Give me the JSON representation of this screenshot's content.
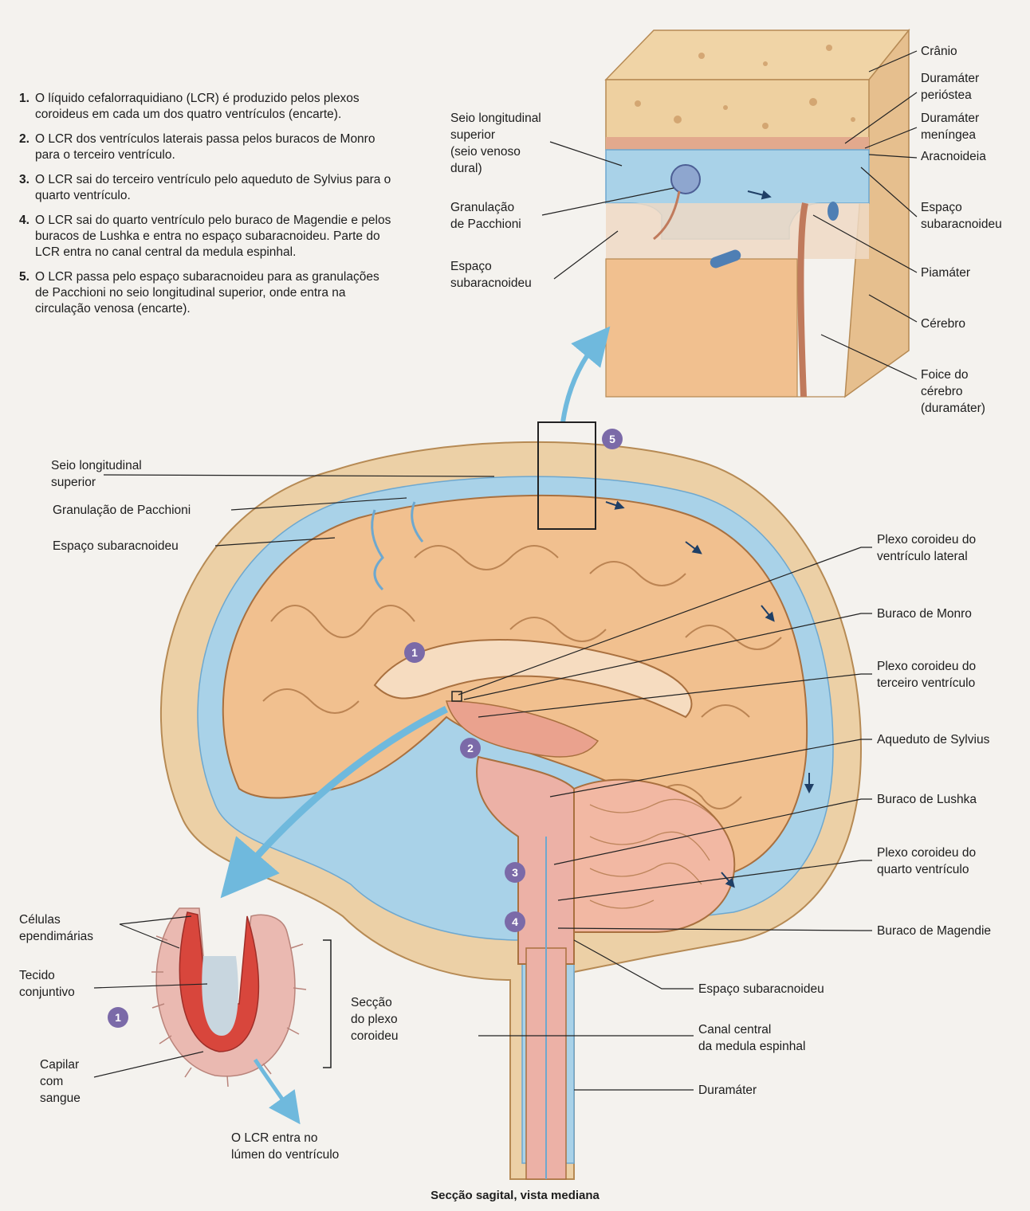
{
  "steps": [
    {
      "num": "1.",
      "text": "O líquido cefalorraquidiano (LCR) é produzido pelos plexos coroideus em cada um dos quatro ventrículos (encarte)."
    },
    {
      "num": "2.",
      "text": "O LCR dos ventrículos laterais passa pelos buracos de Monro para o terceiro ventrículo."
    },
    {
      "num": "3.",
      "text": "O LCR sai do terceiro ventrículo pelo aqueduto de Sylvius para o quarto ventrículo."
    },
    {
      "num": "4.",
      "text": "O LCR sai do quarto ventrículo pelo buraco de Magendie e pelos buracos de Lushka e entra no espaço subaracnoideu. Parte do LCR entra no canal central da medula espinhal."
    },
    {
      "num": "5.",
      "text": "O LCR passa pelo espaço subaracnoideu para as granulações de Pacchioni no seio longitudinal superior, onde entra na circulação venosa (encarte)."
    }
  ],
  "inset_labels": {
    "seio": "Seio longitudinal\nsuperior\n(seio venoso\ndural)",
    "granulacao": "Granulação\nde Pacchioni",
    "espaco": "Espaço\nsubaracnoideu",
    "cranio": "Crânio",
    "dura_periostea": "Duramáter\nperióstea",
    "dura_meningea": "Duramáter\nmeníngea",
    "aracnoideia": "Aracnoideia",
    "espaco_sub": "Espaço\nsubaracnoideu",
    "piamater": "Piamáter",
    "cerebro": "Cérebro",
    "foice": "Foice do\ncérebro\n(duramáter)"
  },
  "main_labels": {
    "seio": "Seio longitudinal\nsuperior",
    "granulacao": "Granulação de Pacchioni",
    "espaco": "Espaço subaracnoideu",
    "plexo_lateral": "Plexo coroideu do\nventrículo lateral",
    "monro": "Buraco de Monro",
    "plexo_terceiro": "Plexo coroideu do\nterceiro ventrículo",
    "aqueduto": "Aqueduto de Sylvius",
    "lushka": "Buraco de Lushka",
    "plexo_quarto": "Plexo coroideu do\nquarto ventrículo",
    "magendie": "Buraco de Magendie",
    "espaco_sub": "Espaço subaracnoideu",
    "canal": "Canal central\nda medula espinhal",
    "duramater": "Duramáter"
  },
  "plexus_labels": {
    "celulas": "Células\nependimárias",
    "tecido": "Tecido\nconjuntivo",
    "capilar": "Capilar\ncom\nsangue",
    "seccao": "Secção\ndo plexo\ncoroideu",
    "lcr_entra": "O LCR entra no\nlúmen do ventrículo"
  },
  "badges": {
    "b1": "1",
    "b2": "2",
    "b3": "3",
    "b4": "4",
    "b5": "5",
    "b1_plexus": "1"
  },
  "caption": "Secção sagital, vista mediana",
  "colors": {
    "bone": "#e8c99c",
    "brain": "#f1c08f",
    "csf": "#a9d2e8",
    "vessel": "#6ea8cf",
    "tissue": "#ecb1a6",
    "plexus_red": "#d8463c",
    "badge": "#7b6aa8",
    "arrow": "#6fb9dd"
  }
}
